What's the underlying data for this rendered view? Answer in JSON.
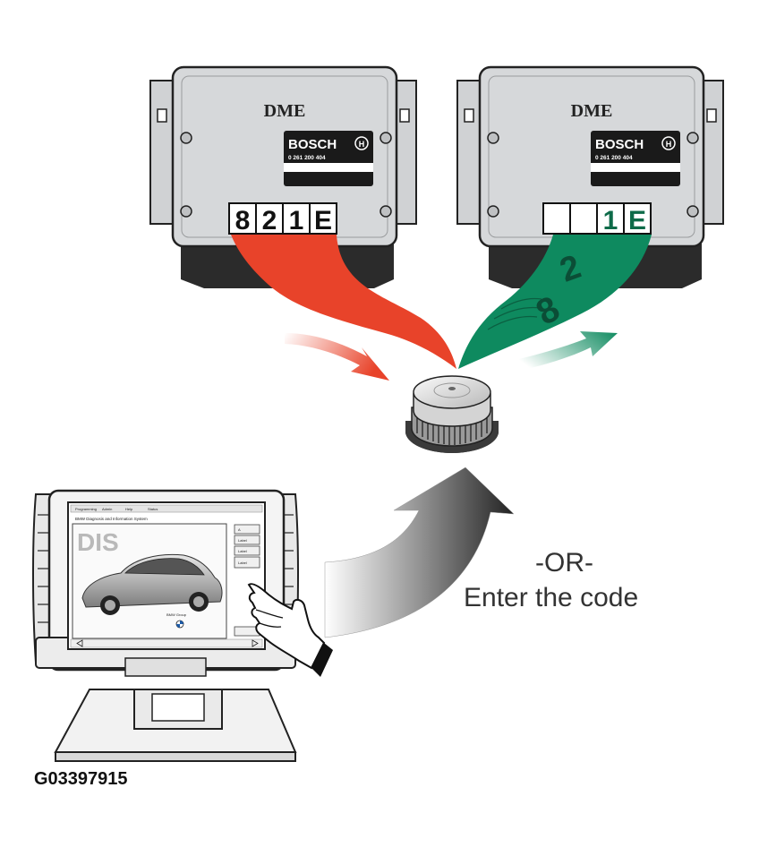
{
  "ecu_left": {
    "label": "DME",
    "brand": "BOSCH",
    "part_number": "0 261 200 404",
    "code_chars": [
      "8",
      "2",
      "1",
      "E"
    ]
  },
  "ecu_right": {
    "label": "DME",
    "brand": "BOSCH",
    "part_number": "0 261 200 404",
    "code_chars": [
      "",
      "",
      "1",
      "E"
    ],
    "flowing_chars": [
      "8",
      "2"
    ]
  },
  "tester_screen": {
    "menu_tabs": [
      "Programming",
      "Admin",
      "Help",
      "Status"
    ],
    "header": "BMW Diagnosis and Information System",
    "logo": "DIS",
    "side_buttons": [
      "A",
      "Label",
      "Label",
      "Label"
    ],
    "footer_text": "BMW Group"
  },
  "or_label": "-OR-",
  "enter_label": "Enter the code",
  "figure_id": "G03397915",
  "colors": {
    "red_stream": "#e8432a",
    "green_stream": "#0e8a5f",
    "ecu_body": "#d6d8da",
    "ecu_dark": "#2b2b2b"
  }
}
